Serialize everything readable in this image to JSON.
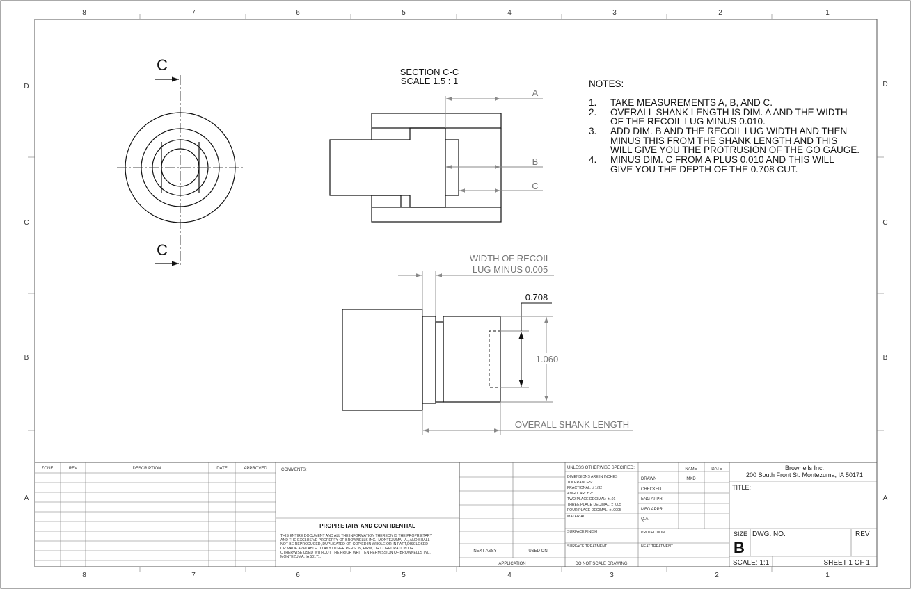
{
  "zones": {
    "columns": [
      "8",
      "7",
      "6",
      "5",
      "4",
      "3",
      "2",
      "1"
    ],
    "rows": [
      "D",
      "C",
      "B",
      "A"
    ]
  },
  "views": {
    "section_label": "C",
    "section_title": "SECTION C-C",
    "section_scale": "SCALE 1.5 : 1",
    "dim_a": "A",
    "dim_b": "B",
    "dim_c": "C",
    "recoil_line1": "WIDTH OF RECOIL",
    "recoil_line2": "LUG MINUS 0.005",
    "cut_depth": "0.708",
    "diameter": "1.060",
    "shank_length": "OVERALL SHANK LENGTH"
  },
  "notes": {
    "heading": "NOTES:",
    "items": [
      {
        "num": "1.",
        "lines": [
          "TAKE MEASUREMENTS A, B, AND C."
        ]
      },
      {
        "num": "2.",
        "lines": [
          "OVERALL SHANK LENGTH IS DIM. A AND THE WIDTH",
          "OF THE RECOIL LUG MINUS 0.010."
        ]
      },
      {
        "num": "3.",
        "lines": [
          "ADD DIM. B AND THE RECOIL LUG WIDTH AND THEN",
          "MINUS THIS FROM THE SHANK LENGTH AND THIS",
          "WILL GIVE YOU THE PROTRUSION OF THE GO GAUGE."
        ]
      },
      {
        "num": "4.",
        "lines": [
          "MINUS DIM. C FROM A PLUS 0.010 AND THIS WILL",
          "GIVE YOU THE DEPTH OF THE 0.708 CUT."
        ]
      }
    ]
  },
  "title_block": {
    "revision_headers": [
      "ZONE",
      "REV",
      "DESCRIPTION",
      "DATE",
      "APPROVED"
    ],
    "comments_label": "COMMENTS:",
    "proprietary_title": "PROPRIETARY AND CONFIDENTIAL",
    "proprietary_lines": [
      "THIS ENTIRE DOCUMENT AND ALL THE INFORMATION THEREON IS THE PROPRIETARY",
      "AND THE EXCLUSIVE PROPERTY OF BROWNELLS INC., MONTEZUMA, IA., AND SHALL",
      "NOT BE REPRODUCED, DUPLICATED OR COPIED IN WHOLE OR IN PART,DISCLOSED",
      "OR MADE AVAILABLE TO ANY OTHER PERSON, FIRM, OR CORPORATION OR",
      "OTHERWISE USED WITHOUT THE  PRIOR WRITTEN PERMISSION OF BROWNELLS INC.,",
      "MONTEZUMA, IA 50171."
    ],
    "next_assy": "NEXT ASSY",
    "used_on": "USED ON",
    "application": "APPLICATION",
    "unless": "UNLESS OTHERWISE SPECIFIED:",
    "tolerance_lines": [
      "DIMENSIONS ARE IN INCHES",
      "TOLERANCES:",
      "FRACTIONAL: ± 1/32",
      "ANGULAR: ± 2°",
      "TWO PLACE DECIMAL: ± .01",
      "THREE PLACE DECIMAL: ± .005",
      "FOUR PLACE DECIMAL: ± .0005"
    ],
    "material": "MATERIAL",
    "surface_finish": "SURFACE FINISH",
    "surface_treatment": "SURFACE TREATMENT",
    "do_not_scale": "DO NOT SCALE DRAWING",
    "name_header": "NAME",
    "date_header": "DATE",
    "drawn": "DRAWN",
    "drawn_by": "MKD",
    "checked": "CHECKED",
    "eng_appr": "ENG APPR.",
    "mfg_appr": "MFG APPR.",
    "qa": "Q.A.",
    "protection": "PROTECTION",
    "heat_treatment": "HEAT TREATMENT",
    "company": "Brownells Inc.",
    "address": "200 South Front St. Montezuma, IA 50171",
    "title_label": "TITLE:",
    "size_label": "SIZE",
    "size_value": "B",
    "dwg_no_label": "DWG.  NO.",
    "rev_label": "REV",
    "scale": "SCALE: 1:1",
    "sheet": "SHEET 1 OF 1"
  }
}
